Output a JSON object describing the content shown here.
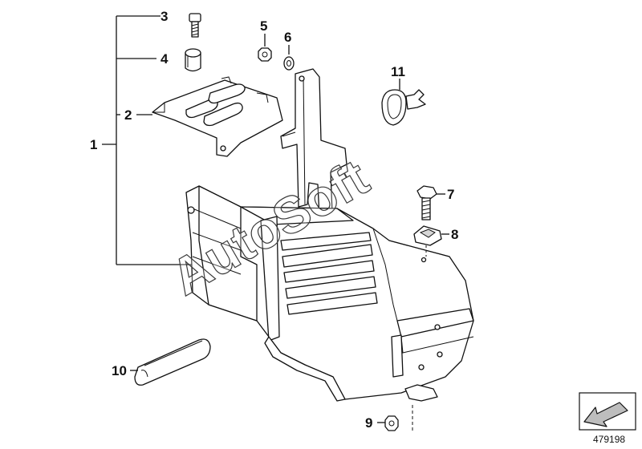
{
  "diagram": {
    "callouts": [
      {
        "id": "1",
        "label": "1"
      },
      {
        "id": "2",
        "label": "2"
      },
      {
        "id": "3",
        "label": "3"
      },
      {
        "id": "4",
        "label": "4"
      },
      {
        "id": "5",
        "label": "5"
      },
      {
        "id": "6",
        "label": "6"
      },
      {
        "id": "7",
        "label": "7"
      },
      {
        "id": "8",
        "label": "8"
      },
      {
        "id": "9",
        "label": "9"
      },
      {
        "id": "10",
        "label": "10"
      },
      {
        "id": "11",
        "label": "11"
      }
    ],
    "watermark": "AutoSoft",
    "document_number": "479198"
  },
  "colors": {
    "line": "#111111",
    "background": "#ffffff",
    "arrow_fill": "#bdbdbd"
  }
}
